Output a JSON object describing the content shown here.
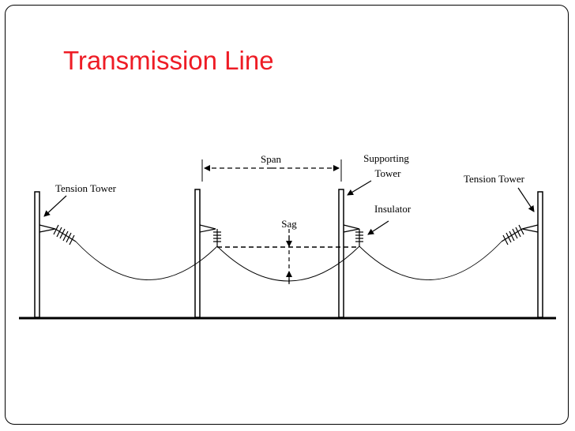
{
  "slide": {
    "title": "Transmission Line",
    "title_color": "#ee1c25"
  },
  "diagram": {
    "labels": {
      "span": "Span",
      "supporting_tower_line1": "Supporting",
      "supporting_tower_line2": "Tower",
      "tension_tower_left": "Tension Tower",
      "tension_tower_right": "Tension Tower",
      "insulator": "Insulator",
      "sag": "Sag"
    }
  }
}
